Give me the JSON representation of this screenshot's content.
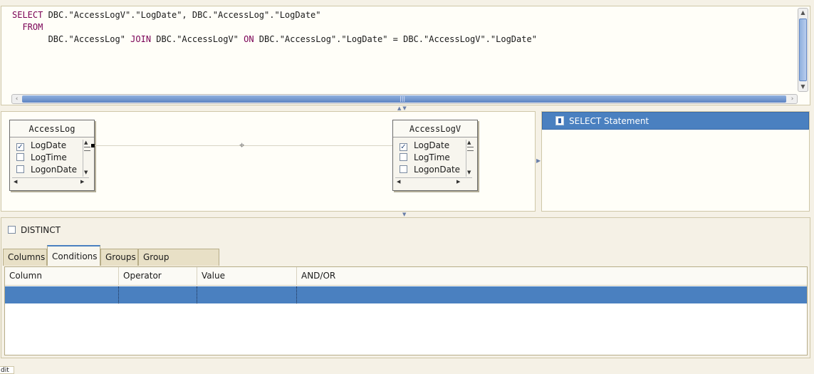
{
  "sql": {
    "line1_kw": "SELECT",
    "line1": " DBC.\"AccessLogV\".\"LogDate\", DBC.\"AccessLog\".\"LogDate\"",
    "line2_kw": "FROM",
    "line3_a": "DBC.\"AccessLog\" ",
    "line3_kw1": "JOIN",
    "line3_b": " DBC.\"AccessLogV\" ",
    "line3_kw2": "ON",
    "line3_c": " DBC.\"AccessLog\".\"LogDate\" = DBC.\"AccessLogV\".\"LogDate\""
  },
  "diagram": {
    "tables": [
      {
        "name": "AccessLog",
        "columns": [
          {
            "label": "LogDate",
            "checked": true
          },
          {
            "label": "LogTime",
            "checked": false
          },
          {
            "label": "LogonDate",
            "checked": false
          }
        ]
      },
      {
        "name": "AccessLogV",
        "columns": [
          {
            "label": "LogDate",
            "checked": true
          },
          {
            "label": "LogTime",
            "checked": false
          },
          {
            "label": "LogonDate",
            "checked": false
          }
        ]
      }
    ]
  },
  "outline": {
    "item": "SELECT Statement"
  },
  "options": {
    "distinct_label": "DISTINCT"
  },
  "tabs": [
    "Columns",
    "Conditions",
    "Groups",
    "Group Conditions"
  ],
  "active_tab": "Conditions",
  "grid": {
    "headers": [
      "Column",
      "Operator",
      "Value",
      "AND/OR"
    ]
  },
  "status": {
    "tab_label": "dit"
  },
  "colors": {
    "accent": "#4a80c0",
    "keyword": "#7a0055"
  }
}
